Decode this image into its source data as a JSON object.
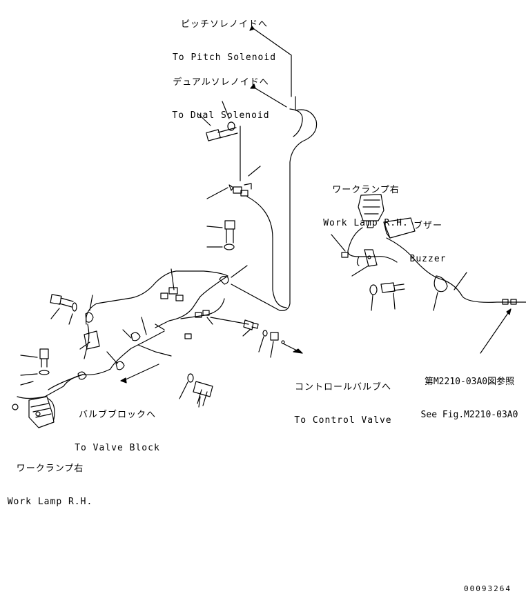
{
  "labels": {
    "pitch_solenoid": {
      "ja": "ピッチソレノイドへ",
      "en": "To Pitch Solenoid"
    },
    "dual_solenoid": {
      "ja": "デュアルソレノイドへ",
      "en": "To Dual Solenoid"
    },
    "work_lamp_top": {
      "ja": "ワークランプ右",
      "en": "Work Lamp R.H."
    },
    "buzzer": {
      "ja": "ブザー",
      "en": "Buzzer"
    },
    "control_valve": {
      "ja": "コントロールバルブへ",
      "en": "To Control Valve"
    },
    "valve_block": {
      "ja": "バルブブロックへ",
      "en": "To Valve Block"
    },
    "work_lamp_bottom": {
      "ja": "ワークランプ右",
      "en": "Work Lamp R.H."
    },
    "see_fig": {
      "ja": "第M2210-03A0図参照",
      "en": "See Fig.M2210-03A0"
    }
  },
  "drawing_number": "00093264"
}
